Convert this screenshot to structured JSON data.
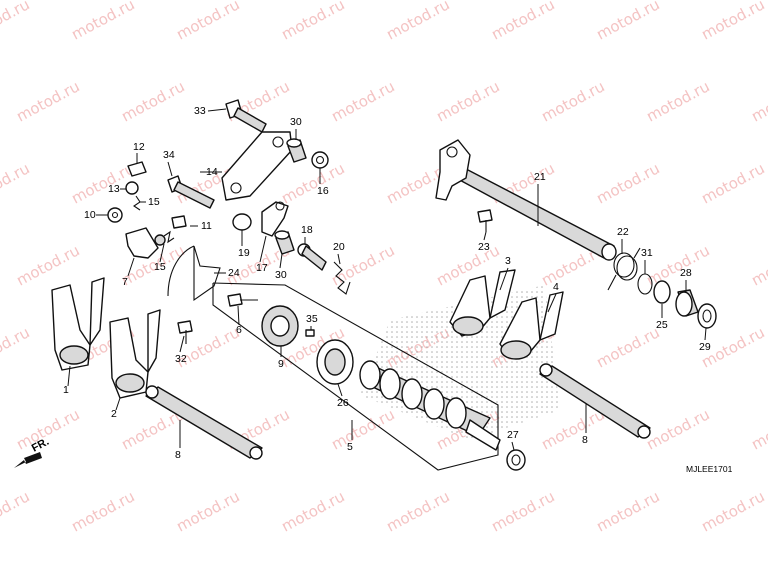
{
  "watermark": {
    "text": "motod.ru"
  },
  "diagram_code": "MJLEE1701",
  "front_label": "FR.",
  "colors": {
    "watermark": "#f4c3c3",
    "ink": "#111111",
    "shade": "#d9d9d9"
  },
  "callouts": [
    "1",
    "2",
    "3",
    "4",
    "5",
    "6",
    "7",
    "8",
    "8",
    "9",
    "10",
    "11",
    "12",
    "13",
    "14",
    "15",
    "15",
    "16",
    "17",
    "18",
    "19",
    "20",
    "21",
    "22",
    "23",
    "24",
    "25",
    "26",
    "27",
    "28",
    "29",
    "30",
    "30",
    "31",
    "32",
    "33",
    "34",
    "35"
  ]
}
